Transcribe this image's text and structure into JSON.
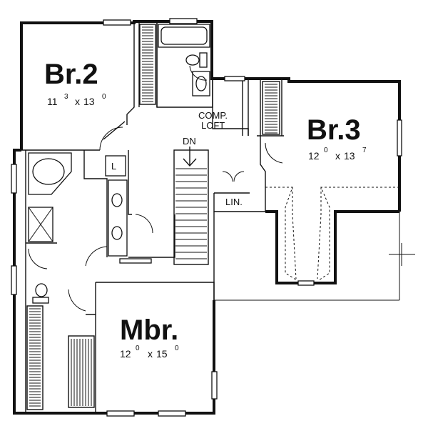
{
  "rooms": {
    "br2": {
      "name": "Br.2",
      "w_ft": "11",
      "w_in": "3",
      "sep": "x",
      "d_ft": "13",
      "d_in": "0"
    },
    "br3": {
      "name": "Br.3",
      "w_ft": "12",
      "w_in": "0",
      "sep": "x",
      "d_ft": "13",
      "d_in": "7"
    },
    "mbr": {
      "name": "Mbr.",
      "w_ft": "12",
      "w_in": "0",
      "sep": "x",
      "d_ft": "15",
      "d_in": "0"
    }
  },
  "labels": {
    "comp_line1": "COMP.",
    "comp_line2": "LOFT",
    "stair_down": "DN",
    "linen": "LIN.",
    "linen_closet": "L"
  }
}
